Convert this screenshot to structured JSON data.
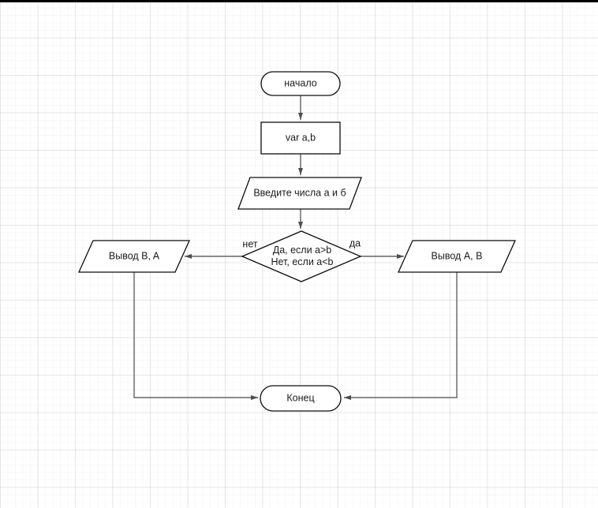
{
  "canvas": {
    "background_color": "#ffffff",
    "grid_minor_color": "#f5f5f5",
    "grid_major_color": "#e9e9e9",
    "top_edge_color": "#000000",
    "connector_color": "#666666",
    "arrowhead_color": "#4d4d4d",
    "shape_stroke_color": "#0d0d0d",
    "shape_fill_color": "#ffffff",
    "text_color": "#1a1a1a"
  },
  "flowchart": {
    "nodes": {
      "start": {
        "type": "terminator",
        "label": "начало"
      },
      "declare": {
        "type": "process",
        "label": "var a,b"
      },
      "input": {
        "type": "data",
        "label": "Введите числа a и б"
      },
      "decision": {
        "type": "decision",
        "line1": "Да, если a>b",
        "line2": "Нет, если a<b"
      },
      "output_no": {
        "type": "data",
        "label": "Вывод B, A"
      },
      "output_yes": {
        "type": "data",
        "label": "Вывод A, B"
      },
      "end": {
        "type": "terminator",
        "label": "Конец"
      }
    },
    "edge_labels": {
      "no": "нет",
      "yes": "да"
    }
  }
}
